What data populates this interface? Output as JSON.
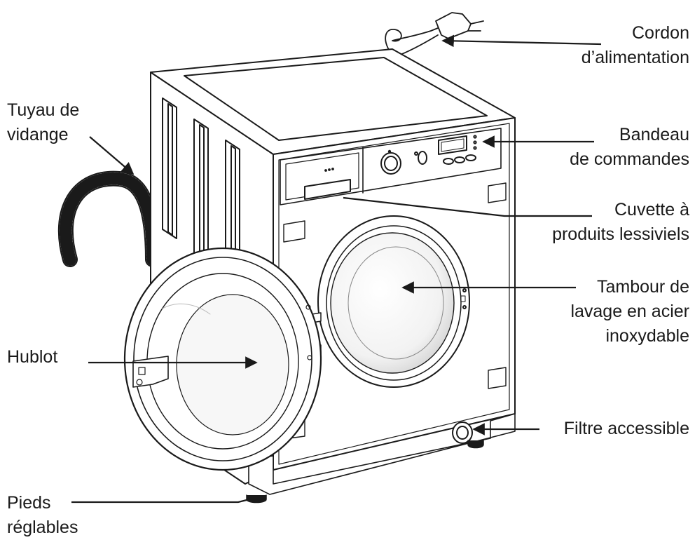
{
  "labels": {
    "cordon": {
      "line1": "Cordon",
      "line2": "d’alimentation"
    },
    "tuyau": {
      "line1": "Tuyau de",
      "line2": "vidange"
    },
    "bandeau": {
      "line1": "Bandeau",
      "line2": "de commandes"
    },
    "cuvette": {
      "line1": "Cuvette à",
      "line2": "produits lessiviels"
    },
    "tambour": {
      "line1": "Tambour de",
      "line2": "lavage en acier",
      "line3": "inoxydable"
    },
    "hublot": {
      "line1": "Hublot"
    },
    "filtre": {
      "line1": "Filtre accessible"
    },
    "pieds": {
      "line1": "Pieds",
      "line2": "réglables"
    }
  },
  "colors": {
    "line": "#1a1a1a",
    "text": "#1a1a1a",
    "background": "#ffffff"
  }
}
